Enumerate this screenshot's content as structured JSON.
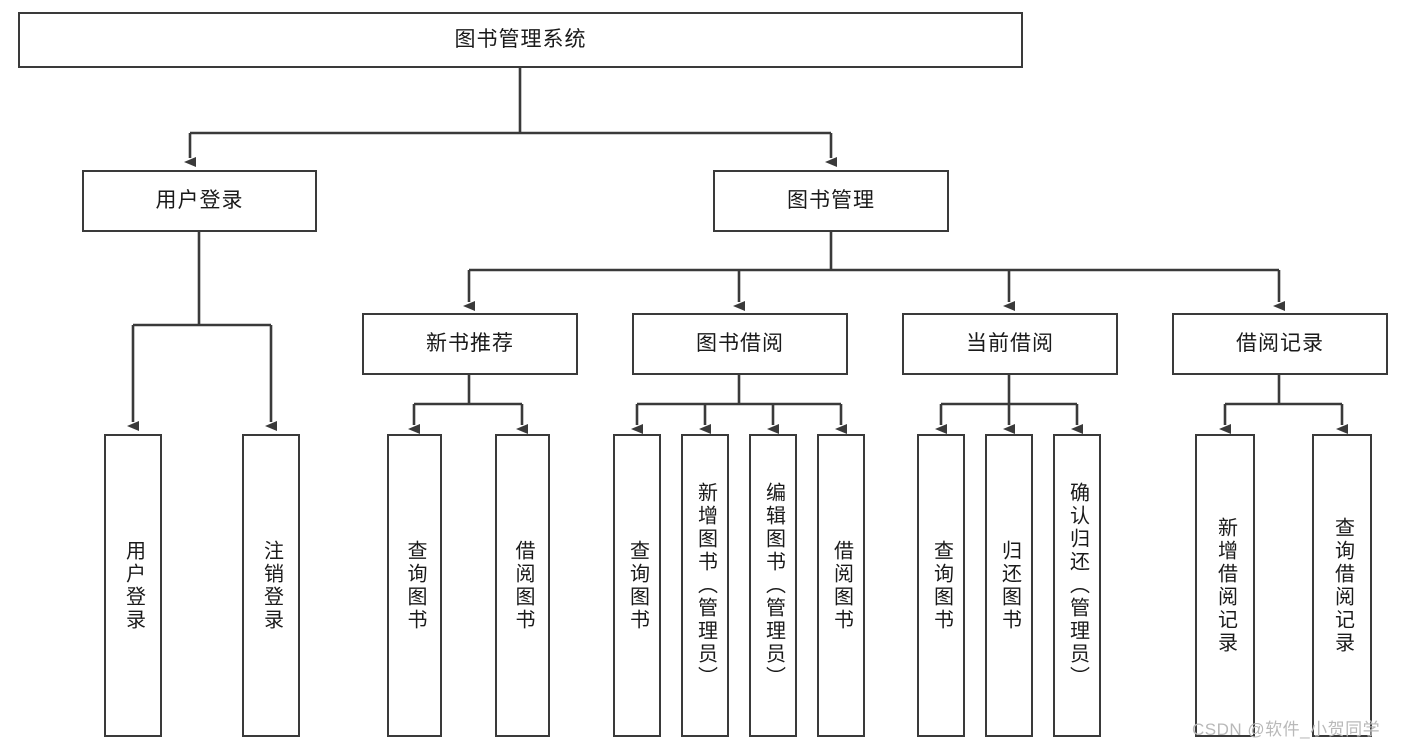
{
  "diagram": {
    "type": "tree-hierarchy-chart",
    "title": "图书管理系统",
    "line_color": "#3a3a3a",
    "box_fill": "#ffffff",
    "text_color": "#1a1a1a",
    "nodes": {
      "root": {
        "label": "图书管理系统"
      },
      "level1": [
        {
          "label": "用户登录"
        },
        {
          "label": "图书管理"
        }
      ],
      "level2": [
        {
          "label": "新书推荐"
        },
        {
          "label": "图书借阅"
        },
        {
          "label": "当前借阅"
        },
        {
          "label": "借阅记录"
        }
      ],
      "leaves": {
        "user_login": [
          {
            "label": "用户登录"
          },
          {
            "label": "注销登录"
          }
        ],
        "new_book_recommend": [
          {
            "label": "查询图书"
          },
          {
            "label": "借阅图书"
          }
        ],
        "book_borrow": [
          {
            "label": "查询图书"
          },
          {
            "label": "新增图书（管理员）"
          },
          {
            "label": "编辑图书（管理员）"
          },
          {
            "label": "借阅图书"
          }
        ],
        "current_borrow": [
          {
            "label": "查询图书"
          },
          {
            "label": "归还图书"
          },
          {
            "label": "确认归还（管理员）"
          }
        ],
        "borrow_record": [
          {
            "label": "新增借阅记录"
          },
          {
            "label": "查询借阅记录"
          }
        ]
      }
    },
    "watermark": {
      "text": "CSDN @软件_小贺同学"
    }
  }
}
